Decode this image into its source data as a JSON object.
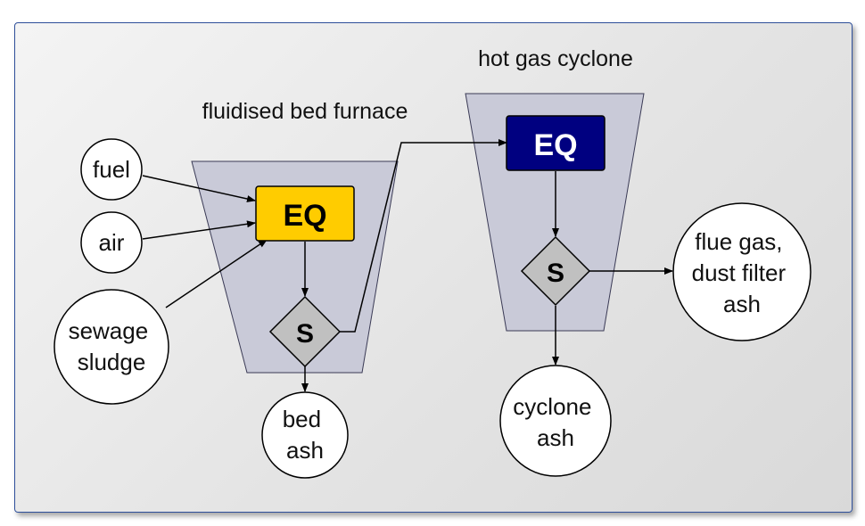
{
  "diagram": {
    "units": [
      {
        "title": "fluidised bed furnace",
        "eq_label": "EQ",
        "eq_color": "#ffcc00",
        "s_label": "S"
      },
      {
        "title": "hot gas cyclone",
        "eq_label": "EQ",
        "eq_color": "#000080",
        "s_label": "S"
      }
    ],
    "inputs": {
      "fuel": [
        "fuel"
      ],
      "air": [
        "air"
      ],
      "sludge": [
        "sewage",
        "sludge"
      ]
    },
    "outputs": {
      "bed_ash": [
        "bed",
        "ash"
      ],
      "cyclone_ash": [
        "cyclone",
        "ash"
      ],
      "flue": [
        "flue gas,",
        "dust filter",
        "ash"
      ]
    }
  },
  "colors": {
    "border": "#2e4f9a",
    "vessel_fill": "#c9cad8",
    "splitter_fill": "#c0c0c0"
  }
}
